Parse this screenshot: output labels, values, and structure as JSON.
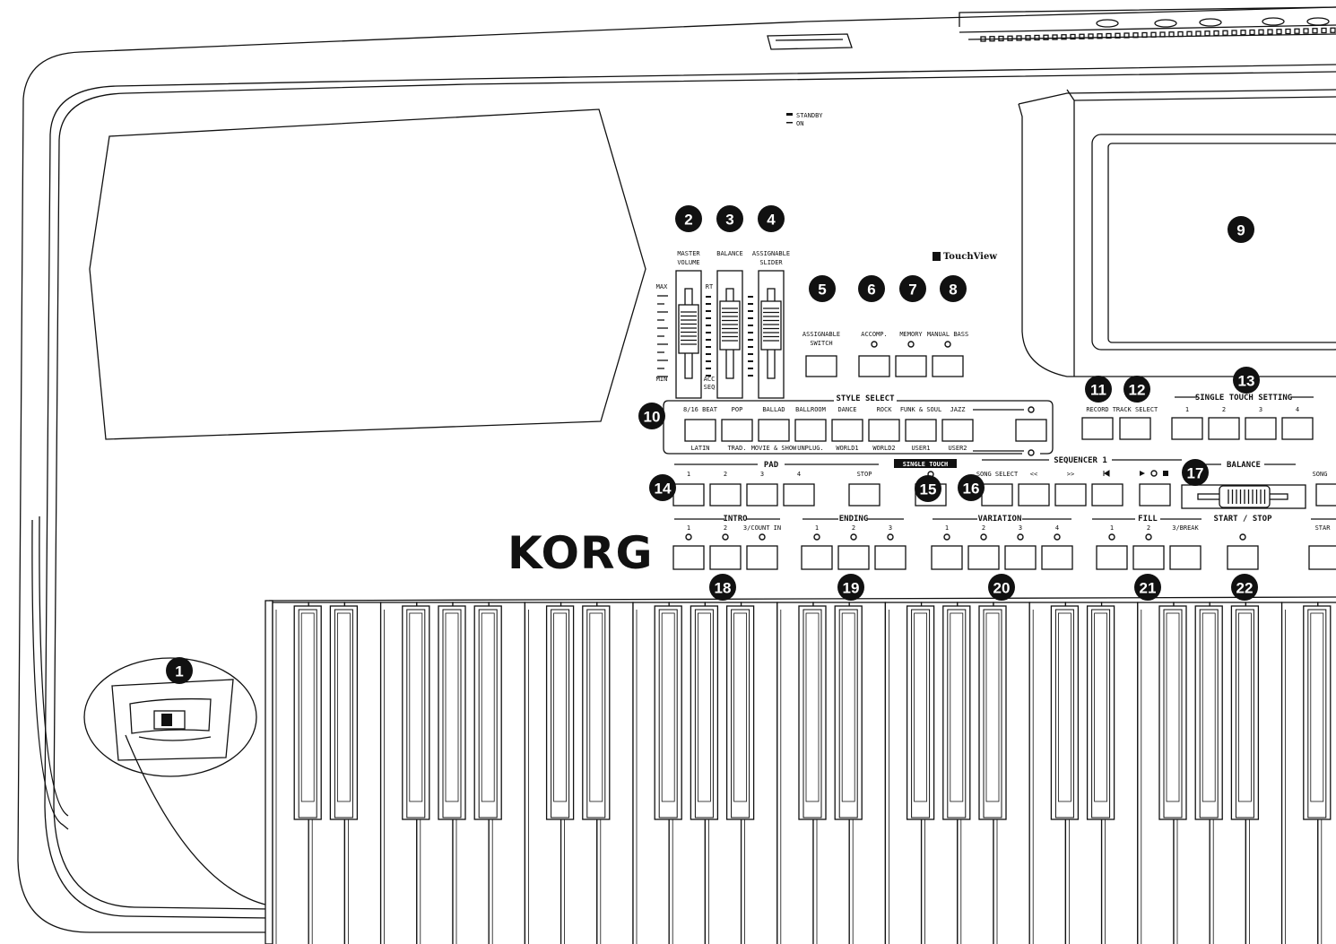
{
  "brand": {
    "logo": "KORG",
    "touchview": "TouchView"
  },
  "power": {
    "standby": "STANDBY",
    "on": "ON"
  },
  "callouts": [
    "1",
    "2",
    "3",
    "4",
    "5",
    "6",
    "7",
    "8",
    "9",
    "10",
    "11",
    "12",
    "13",
    "14",
    "15",
    "16",
    "17",
    "18",
    "19",
    "20",
    "21",
    "22"
  ],
  "sliders": {
    "master_volume": {
      "line1": "MASTER",
      "line2": "VOLUME"
    },
    "balance": "BALANCE",
    "assignable": {
      "line1": "ASSIGNABLE",
      "line2": "SLIDER"
    },
    "max": "MAX",
    "min": "MIN",
    "rt": "RT",
    "acc": "ACC",
    "seq": "SEQ"
  },
  "assignable_switch": {
    "line1": "ASSIGNABLE",
    "line2": "SWITCH"
  },
  "accomp": "ACCOMP.",
  "memory": "MEMORY",
  "manual_bass": "MANUAL BASS",
  "style_select": {
    "title": "STYLE SELECT",
    "top": [
      "8/16 BEAT",
      "POP",
      "BALLAD",
      "BALLROOM",
      "DANCE",
      "ROCK",
      "FUNK & SOUL",
      "JAZZ"
    ],
    "bottom": [
      "LATIN",
      "TRAD.",
      "MOVIE & SHOW",
      "UNPLUG.",
      "WORLD1",
      "WORLD2",
      "USER1",
      "USER2"
    ]
  },
  "record": "RECORD",
  "track_select": "TRACK SELECT",
  "single_touch_setting": {
    "title": "SINGLE TOUCH SETTING",
    "items": [
      "1",
      "2",
      "3",
      "4"
    ]
  },
  "pad": {
    "title": "PAD",
    "items": [
      "1",
      "2",
      "3",
      "4"
    ],
    "stop": "STOP"
  },
  "single_touch": "SINGLE TOUCH",
  "sequencer": {
    "title": "SEQUENCER 1",
    "song_select": "SONG SELECT",
    "rew": "<<",
    "ff": ">>"
  },
  "balance_section": {
    "title": "BALANCE"
  },
  "song_partial": "SONG",
  "start_stop": "START / STOP",
  "start_partial": "STAR",
  "intro": {
    "title": "INTRO",
    "items": [
      "1",
      "2",
      "3/COUNT IN"
    ]
  },
  "ending": {
    "title": "ENDING",
    "items": [
      "1",
      "2",
      "3"
    ]
  },
  "variation": {
    "title": "VARIATION",
    "items": [
      "1",
      "2",
      "3",
      "4"
    ]
  },
  "fill": {
    "title": "FILL",
    "items": [
      "1",
      "2",
      "3/BREAK"
    ]
  }
}
